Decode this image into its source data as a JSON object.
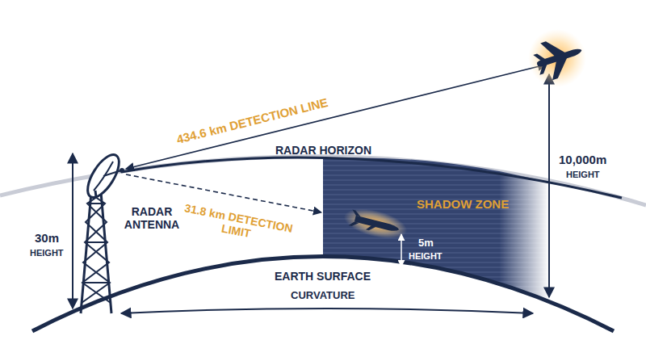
{
  "diagram": {
    "labels": [
      "434.6 km DETECTION LINE",
      "RADAR HORIZON",
      "10,000m",
      "HEIGHT",
      "31.8 km DETECTION LIMIT",
      "SHADOW ZONE",
      "RADAR ANTENNA",
      "30m",
      "HEIGHT",
      "5m",
      "HEIGHT",
      "EARTH SURFACE",
      "CURVATURE"
    ]
  }
}
